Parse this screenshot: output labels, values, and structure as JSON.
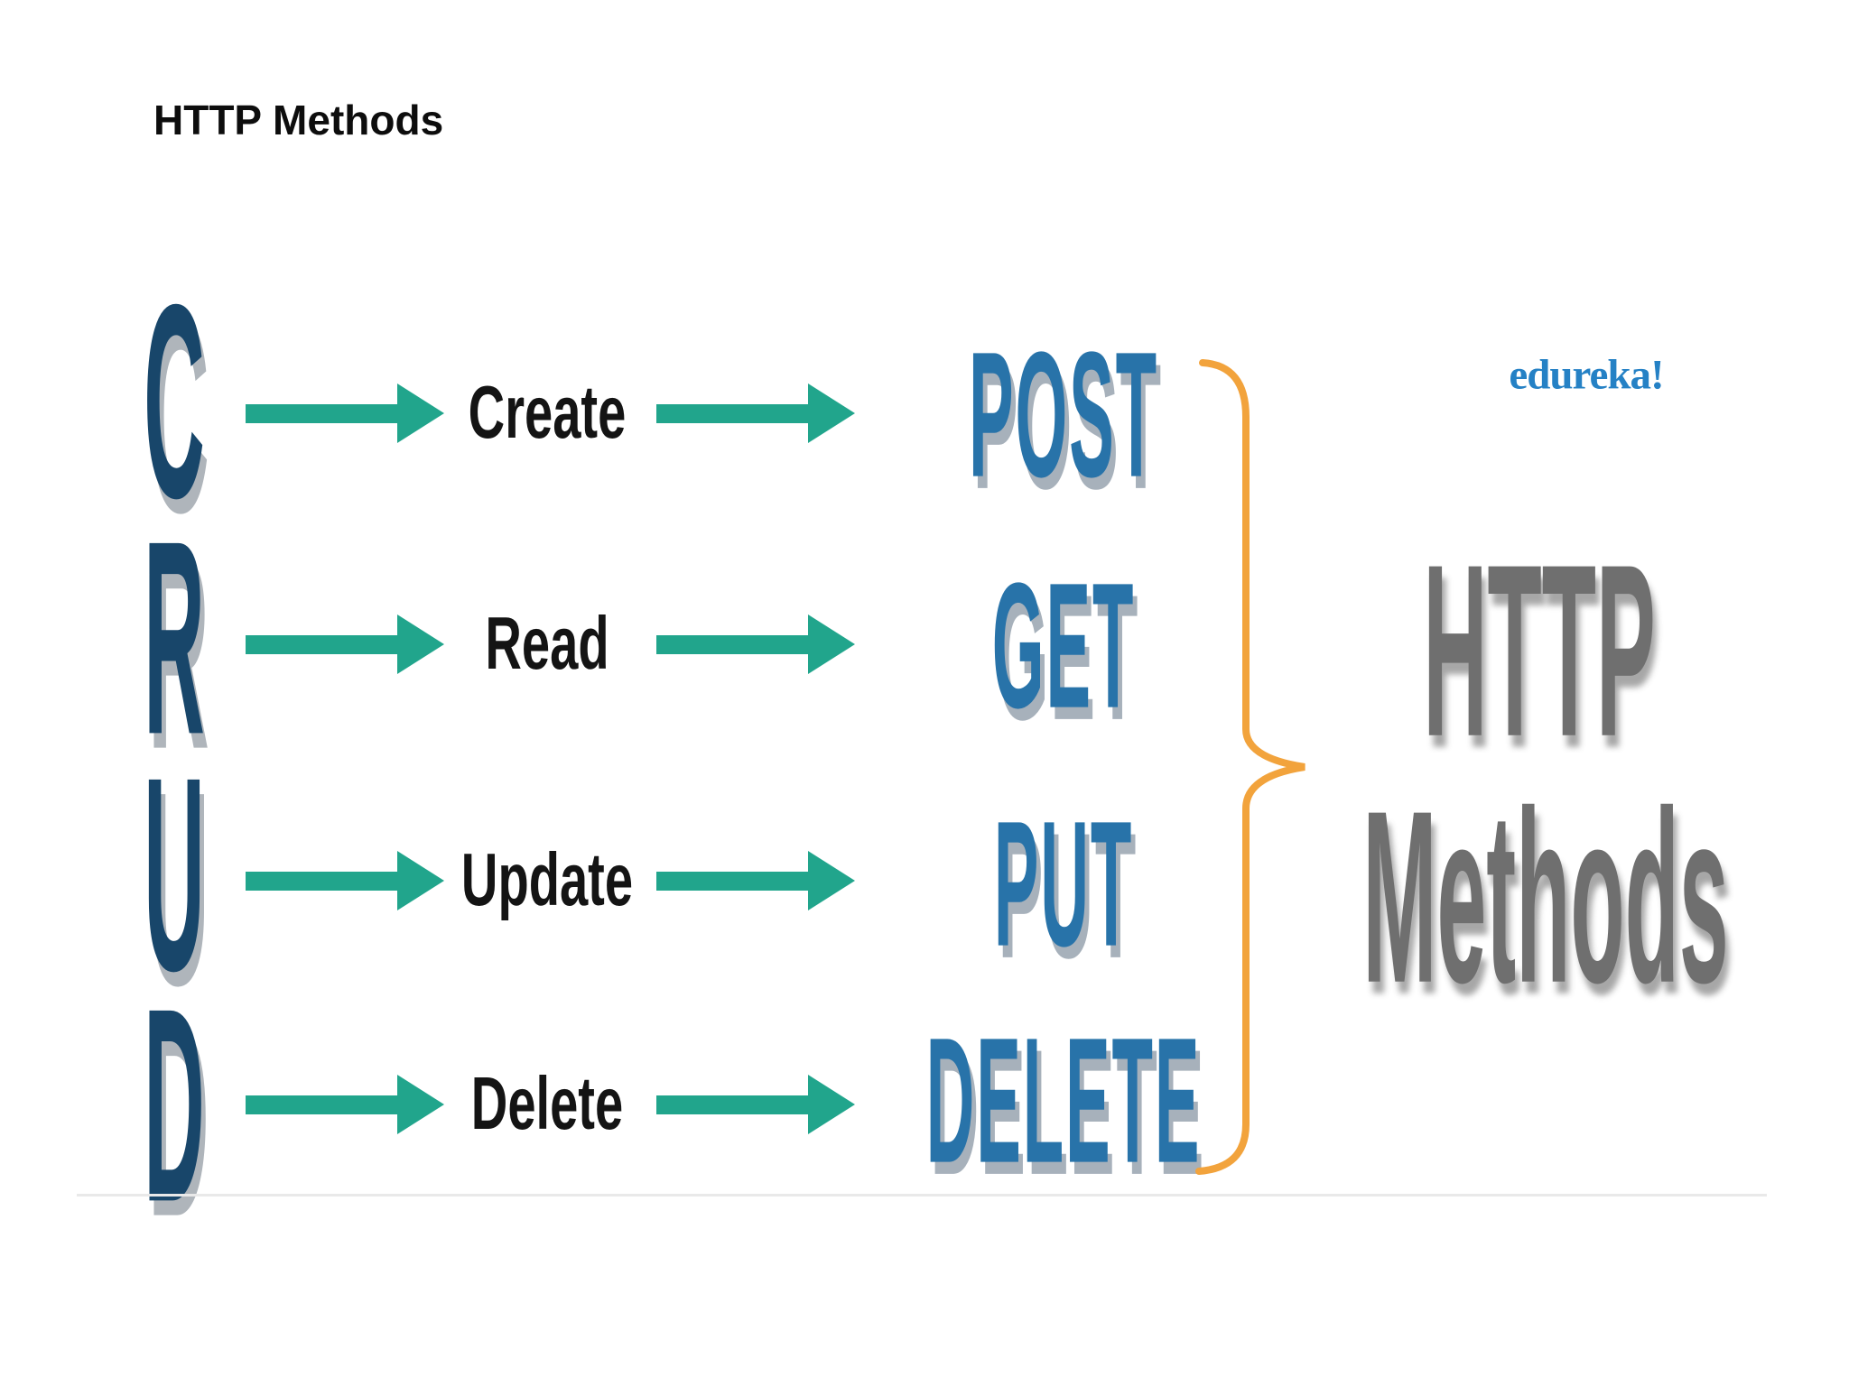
{
  "page": {
    "title": "HTTP Methods"
  },
  "diagram": {
    "rows": [
      {
        "letter": "C",
        "operation": "Create",
        "method": "POST"
      },
      {
        "letter": "R",
        "operation": "Read",
        "method": "GET"
      },
      {
        "letter": "U",
        "operation": "Update",
        "method": "PUT"
      },
      {
        "letter": "D",
        "operation": "Delete",
        "method": "DELETE"
      }
    ],
    "group_label": {
      "line1": "HTTP",
      "line2": "Methods"
    },
    "brand": "edureka!",
    "colors": {
      "title": "#0d0d0d",
      "crud_letter": "#18466a",
      "arrow": "#21a58c",
      "operation": "#141414",
      "method": "#2873a9",
      "brace": "#f2a33c",
      "group_label": "#6f6f6f",
      "brand": "#2581c5"
    }
  }
}
